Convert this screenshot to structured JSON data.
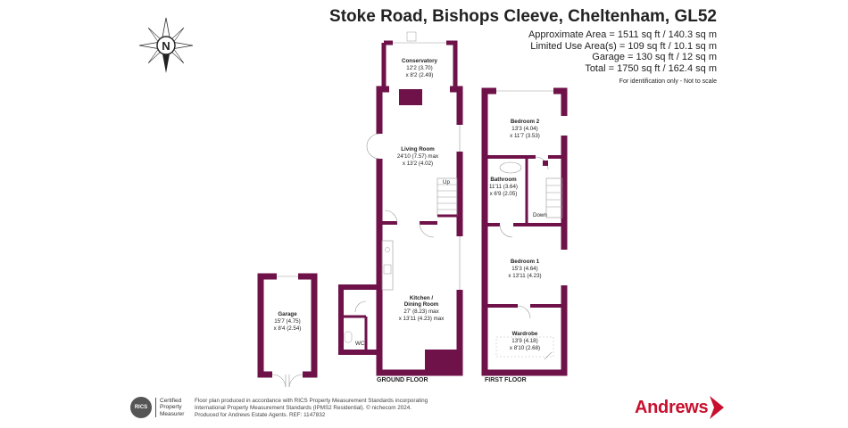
{
  "header": {
    "title": "Stoke Road, Bishops Cleeve, Cheltenham, GL52",
    "areas": [
      "Approximate Area = 1511 sq ft / 140.3 sq m",
      "Limited Use Area(s) = 109 sq ft / 10.1 sq m",
      "Garage = 130 sq ft / 12 sq m",
      "Total = 1750 sq ft / 162.4 sq m"
    ],
    "note": "For identification only - Not to scale"
  },
  "compass": {
    "letter": "N"
  },
  "colors": {
    "wall": "#6e1249",
    "brand": "#c8102e"
  },
  "ground_floor": {
    "label": "GROUND FLOOR",
    "conservatory": {
      "name": "Conservatory",
      "dim1": "12'2 (3.70)",
      "dim2": "x 8'2 (2.49)"
    },
    "living": {
      "name": "Living Room",
      "dim1": "24'10 (7.57) max",
      "dim2": "x 13'2 (4.02)"
    },
    "kitchen": {
      "name": "Kitchen /",
      "name2": "Dining Room",
      "dim1": "27' (8.23) max",
      "dim2": "x 13'11 (4.23) max"
    },
    "stairs_up": "Up",
    "wc": "WC"
  },
  "garage": {
    "name": "Garage",
    "dim1": "15'7 (4.75)",
    "dim2": "x 8'4 (2.54)"
  },
  "first_floor": {
    "label": "FIRST FLOOR",
    "bedroom2": {
      "name": "Bedroom 2",
      "dim1": "13'3 (4.04)",
      "dim2": "x 11'7 (3.53)"
    },
    "bathroom": {
      "name": "Bathroom",
      "dim1": "11'11 (3.64)",
      "dim2": "x 6'9 (2.05)"
    },
    "stairs_down": "Down",
    "bedroom1": {
      "name": "Bedroom 1",
      "dim1": "15'3 (4.64)",
      "dim2": "x 13'11 (4.23)"
    },
    "wardrobe": {
      "name": "Wardrobe",
      "dim1": "13'9 (4.18)",
      "dim2": "x 8'10 (2.68)"
    }
  },
  "footer": {
    "badge": "RICS",
    "cert": [
      "Certified",
      "Property",
      "Measurer"
    ],
    "disclaimer": [
      "Floor plan produced in accordance with RICS Property Measurement Standards incorporating",
      "International Property Measurement Standards (IPMS2 Residential). © nichecom 2024.",
      "Produced for Andrews Estate Agents.   REF: 1147832"
    ],
    "brand": "Andrews"
  }
}
